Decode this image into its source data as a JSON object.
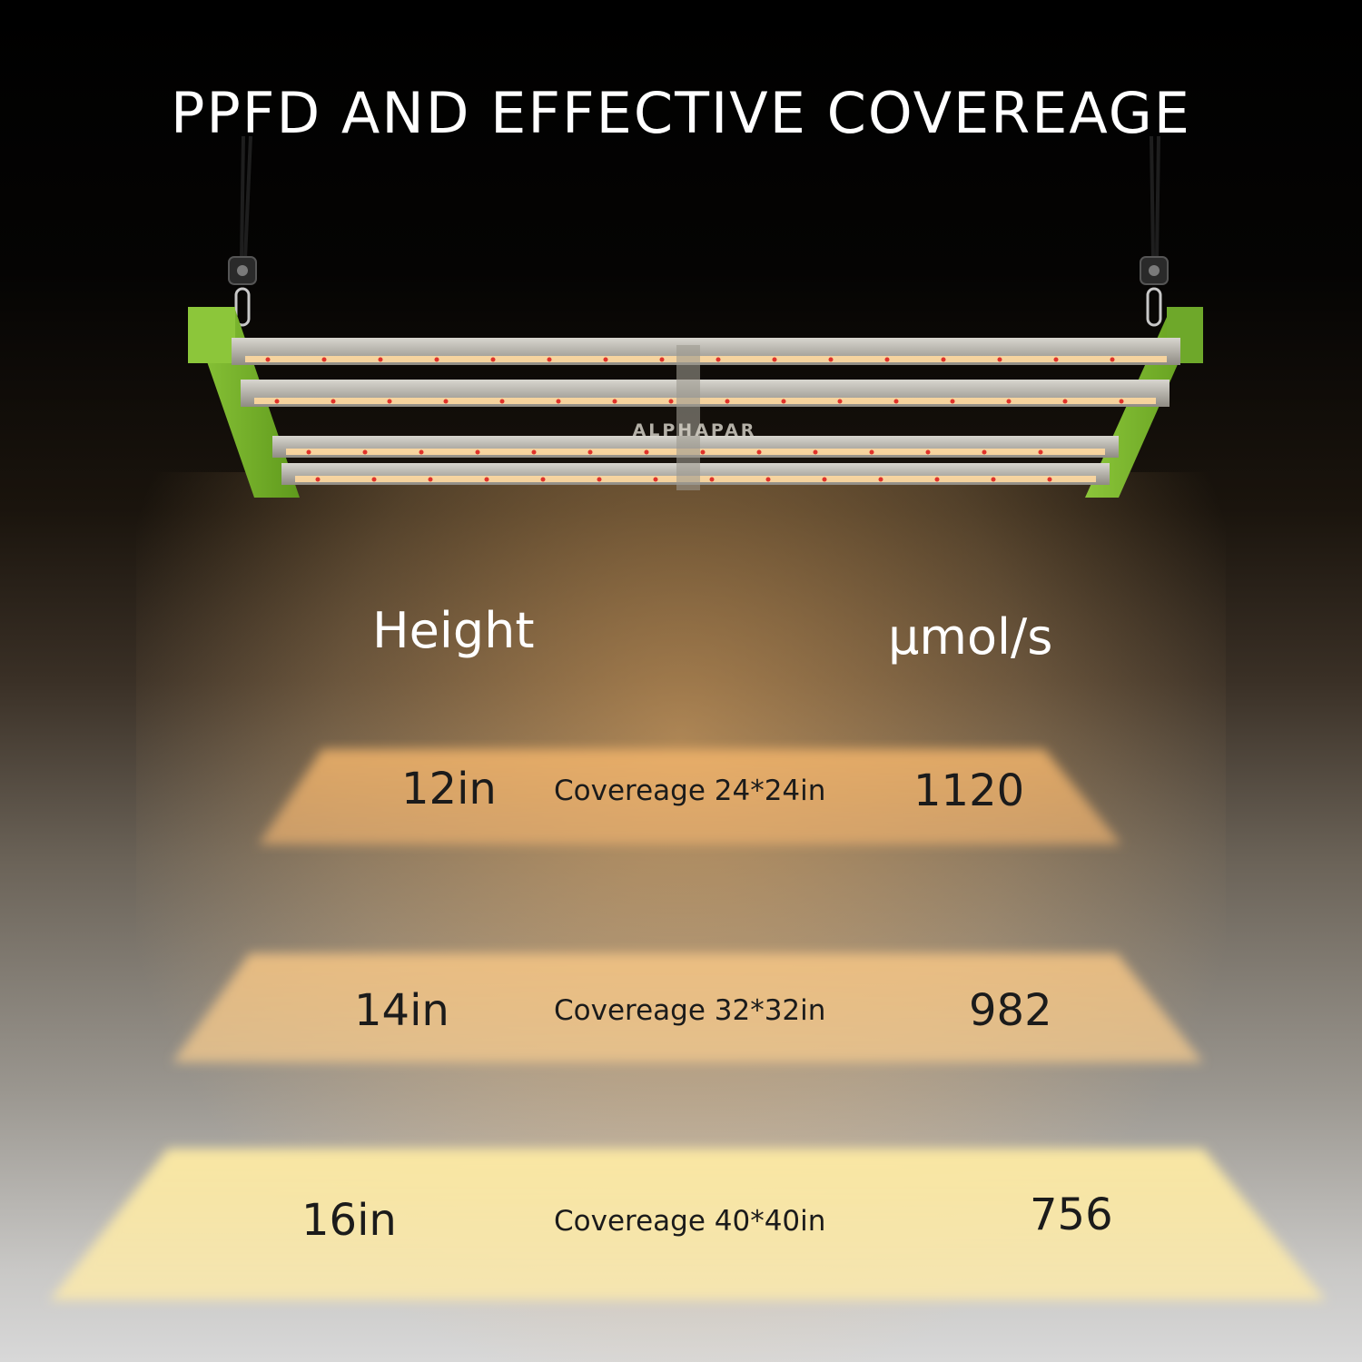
{
  "title": "PPFD AND EFFECTIVE COVEREAGE",
  "brand": "ALPHAPAR",
  "headers": {
    "height": "Height",
    "unit": "µmol/s"
  },
  "rows": [
    {
      "height": "12in",
      "coverage": "Covereage 24*24in",
      "value": "1120"
    },
    {
      "height": "14in",
      "coverage": "Covereage 32*32in",
      "value": "982"
    },
    {
      "height": "16in",
      "coverage": "Covereage 40*40in",
      "value": "756"
    }
  ],
  "colors": {
    "frame_green": "#7db52b",
    "bar_silver": "#b9b6ae",
    "led_warm": "#ffd9a0",
    "led_red": "#e0322a",
    "text_dark": "#1b1b1b",
    "title_white": "#ffffff"
  }
}
